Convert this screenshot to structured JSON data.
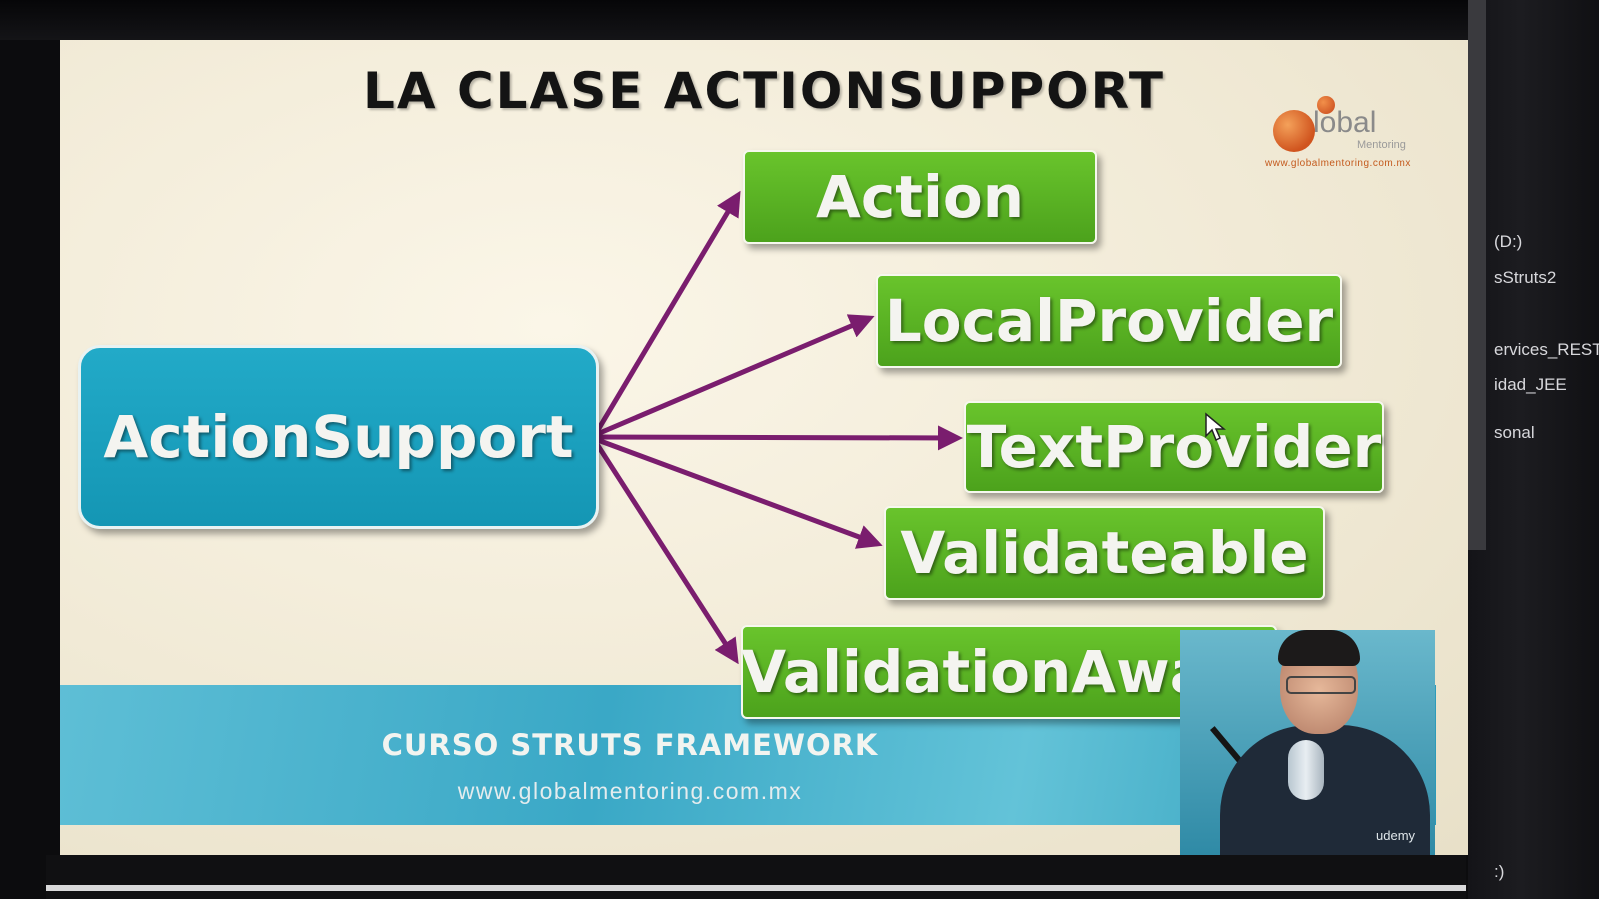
{
  "slide": {
    "title": "LA CLASE ACTIONSUPPORT",
    "source_class": "ActionSupport",
    "interfaces": [
      "Action",
      "LocalProvider",
      "TextProvider",
      "Validateable",
      "ValidationAware"
    ],
    "footer_title": "CURSO STRUTS FRAMEWORK",
    "footer_url": "www.globalmentoring.com.mx"
  },
  "logo": {
    "name": "lobal",
    "tagline": "Mentoring",
    "url": "www.globalmentoring.com.mx"
  },
  "presenter": {
    "platform_mark": "udemy"
  },
  "side_panel": {
    "items": [
      "(D:)",
      "sStruts2",
      "ervices_REST",
      "idad_JEE",
      "sonal",
      ":)"
    ]
  },
  "colors": {
    "class_box": "#1a9fbe",
    "interface_box": "#59b322",
    "arrow": "#7a1d6e",
    "footer_band": "#45b0cc"
  }
}
